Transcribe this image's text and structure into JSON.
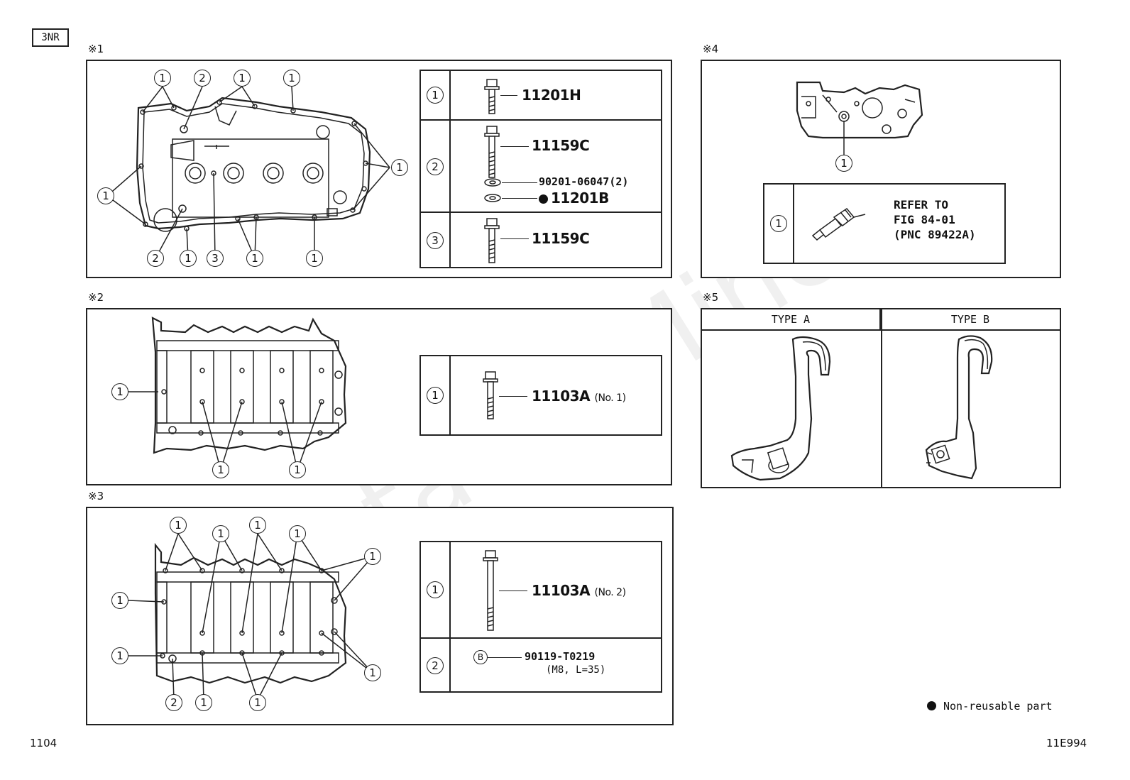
{
  "engine_tag": "3NR",
  "sections": {
    "s1": {
      "label": "※1",
      "rows": [
        {
          "num": "1",
          "part": "11201H"
        },
        {
          "num": "2",
          "part": "11159C",
          "sub": [
            {
              "part": "90201-06047(2)"
            },
            {
              "part": "11201B"
            }
          ]
        },
        {
          "num": "3",
          "part": "11159C"
        }
      ]
    },
    "s2": {
      "label": "※2",
      "rows": [
        {
          "num": "1",
          "part": "11103A",
          "note": "(No. 1)"
        }
      ]
    },
    "s3": {
      "label": "※3",
      "rows": [
        {
          "num": "1",
          "part": "11103A",
          "note": "(No. 2)"
        },
        {
          "num": "2",
          "mark": "B",
          "part": "90119-T0219",
          "note": "(M8, L=35)"
        }
      ]
    },
    "s4": {
      "label": "※4",
      "rows": [
        {
          "num": "1",
          "refer": [
            "REFER TO",
            "FIG 84-01",
            "(PNC 89422A)"
          ]
        }
      ]
    },
    "s5": {
      "label": "※5",
      "types": [
        "TYPE A",
        "TYPE B"
      ]
    }
  },
  "callouts": {
    "c1": "1",
    "c2": "2",
    "c3": "3"
  },
  "legend": {
    "text": "Non-reusable part"
  },
  "footer": {
    "page": "1104",
    "code": "11E994"
  },
  "watermark": "ToyotaCarMine.ru"
}
